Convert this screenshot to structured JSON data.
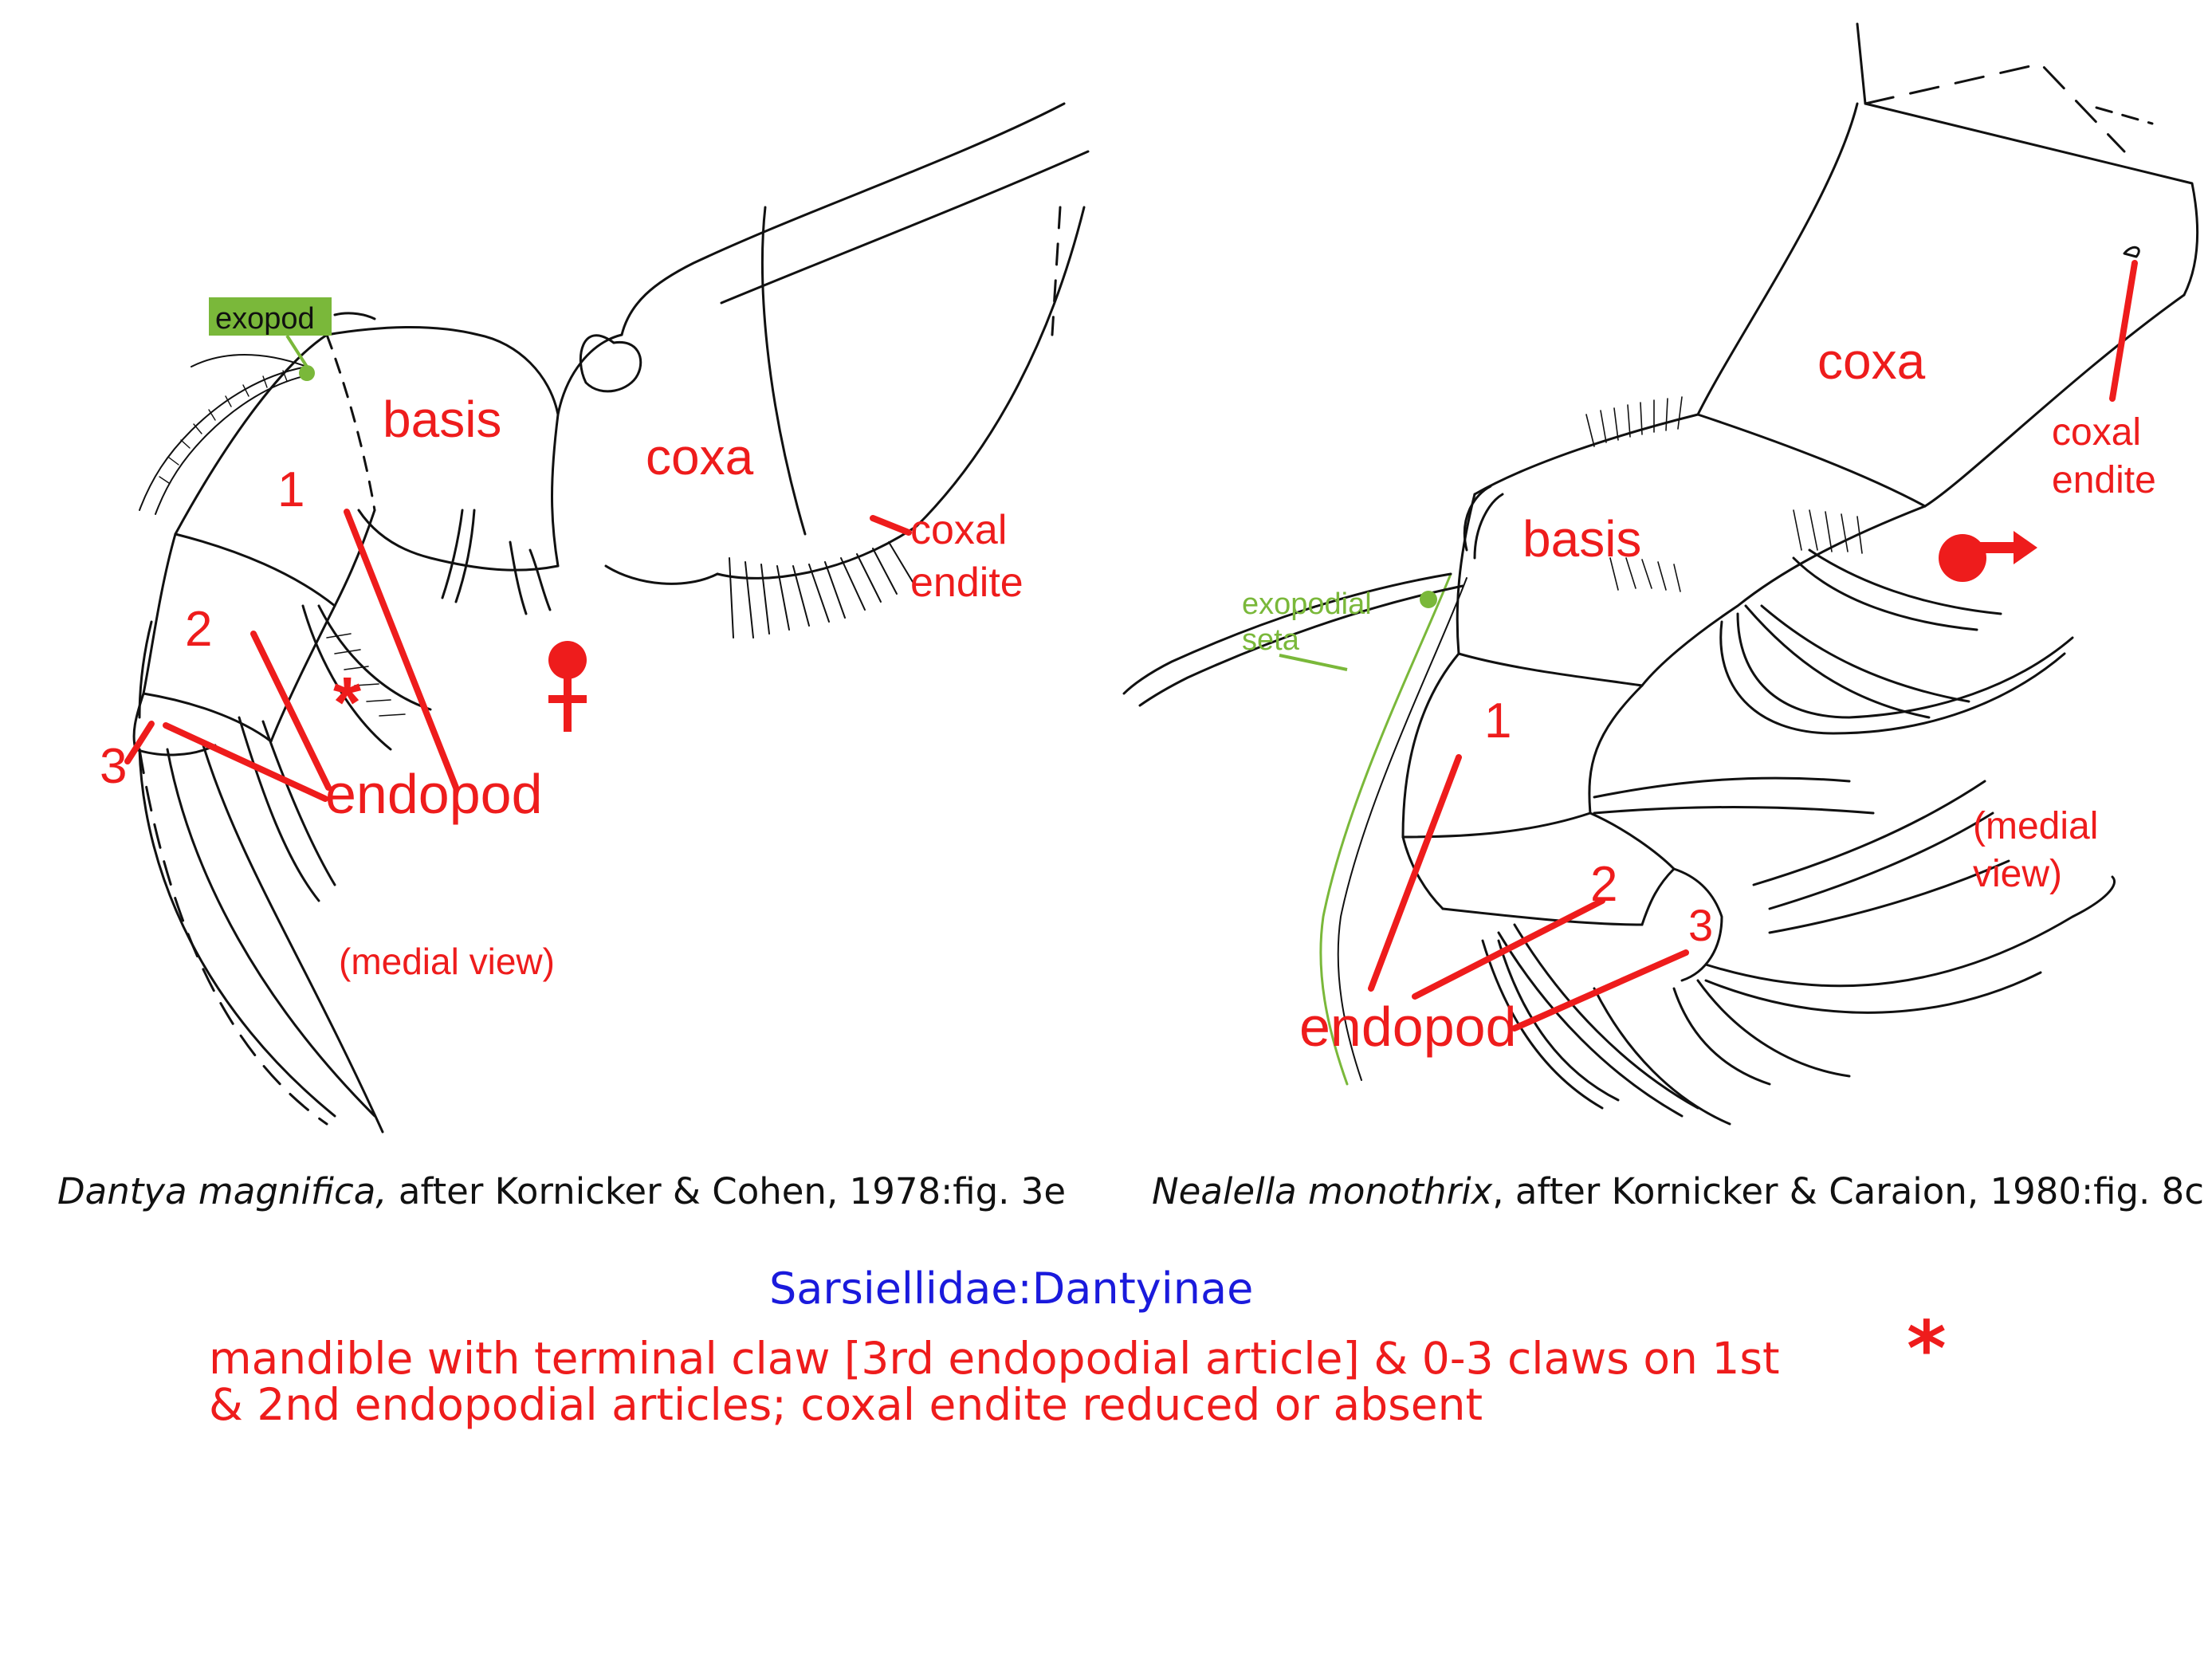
{
  "left_figure": {
    "labels": {
      "exopod": "exopod",
      "basis": "basis",
      "coxa": "coxa",
      "coxal_endite_1": "coxal",
      "coxal_endite_2": "endite",
      "article_1": "1",
      "article_2": "2",
      "article_3": "3",
      "endopod": "endopod",
      "view": "(medial view)",
      "asterisk": "*",
      "sex_symbol": "female"
    },
    "caption": {
      "species": "Dantya magnifica,",
      "source": " after Kornicker & Cohen, 1978:fig. 3e"
    }
  },
  "right_figure": {
    "labels": {
      "coxa": "coxa",
      "coxal_endite_1": "coxal",
      "coxal_endite_2": "endite",
      "basis": "basis",
      "exopodial_seta_1": "exopodial",
      "exopodial_seta_2": "seta",
      "article_1": "1",
      "article_2": "2",
      "article_3": "3",
      "endopod": "endopod",
      "view_1": "(medial",
      "view_2": "view)",
      "sex_symbol": "male"
    },
    "caption": {
      "species": "Nealella monothrix",
      "source": ", after Kornicker & Caraion, 1980:fig. 8c"
    }
  },
  "family": "Sarsiellidae:Dantyinae",
  "description": {
    "line1": "mandible with terminal claw [3rd endopodial article] & 0-3 claws on 1st",
    "line2": "& 2nd endopodial articles; coxal endite reduced or absent",
    "asterisk": "*"
  },
  "colors": {
    "label_red": "#ee1c1c",
    "exopod_green": "#7ab83a",
    "family_blue": "#1a1adc",
    "line_black": "#111111"
  }
}
